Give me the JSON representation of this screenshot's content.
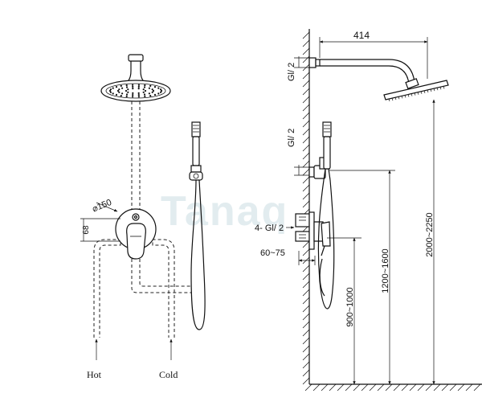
{
  "front_view": {
    "labels": {
      "hot": "Hot",
      "cold": "Cold",
      "plate_diameter": "⌀150",
      "plate_depth": "68"
    }
  },
  "side_view": {
    "labels": {
      "arm_length": "414",
      "thread_top": "Gl/ 2",
      "thread_mid": "Gl/ 2",
      "outlets": "4- Gl/ 2",
      "wall_depth": "60~75",
      "height_valve": "900~1000",
      "height_holder": "1200~1600",
      "height_head": "2000~2250"
    }
  },
  "watermark": "Tanaq"
}
